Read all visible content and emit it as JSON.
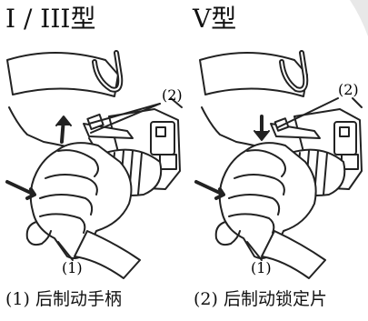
{
  "panels": {
    "left": {
      "type_label": "I / III型",
      "callout_1": "(1)",
      "callout_2": "(2)"
    },
    "right": {
      "type_label": "V型",
      "callout_1": "(1)",
      "callout_2": "(2)"
    }
  },
  "captions": {
    "item_1": "(1) 后制动手柄",
    "item_2": "(2) 后制动锁定片"
  }
}
